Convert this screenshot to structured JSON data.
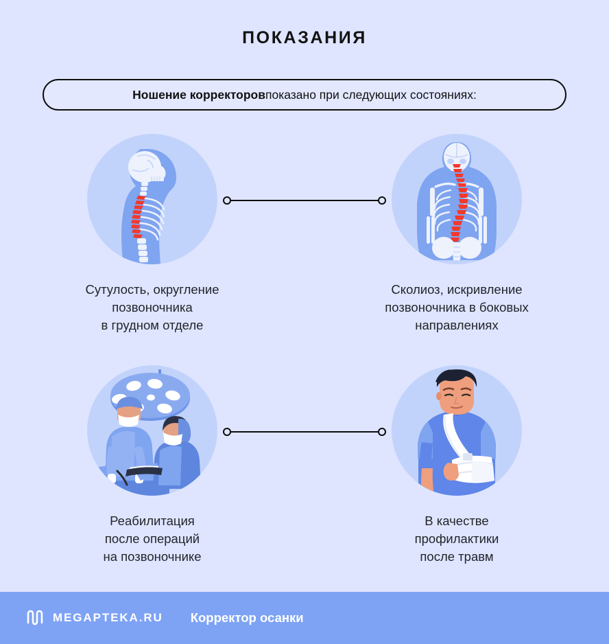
{
  "header": {
    "title": "ПОКАЗАНИЯ"
  },
  "subtitle": {
    "strong": "Ношение корректоров",
    "rest": " показано при следующих состояниях:"
  },
  "items": [
    {
      "id": "stoop",
      "icon": "spine-side-view-icon",
      "caption": "Сутулость, округление\nпозвоночника\nв грудном отделе"
    },
    {
      "id": "scoliosis",
      "icon": "spine-front-view-icon",
      "caption": "Сколиоз, искривление\nпозвоночника в боковых\nнаправлениях"
    },
    {
      "id": "rehabilitation",
      "icon": "surgery-operation-icon",
      "caption": "Реабилитация\nпосле операций\nна позвоночнике"
    },
    {
      "id": "prevention",
      "icon": "arm-sling-patient-icon",
      "caption": "В качестве\nпрофилактики\nпосле травм"
    }
  ],
  "footer": {
    "logo_icon": "megapteka-m-logo-icon",
    "brand": "MEGAPTEKA.RU",
    "section": "Корректор осанки"
  },
  "colors": {
    "background": "#dfe5ff",
    "circle_fill": "#c2d3fb",
    "footer_bar": "#7ea3f5",
    "outline": "#0d0d0d",
    "text": "#23252b",
    "accent_red": "#f2392c",
    "scrub_blue": "#7fa4f0",
    "bone_white": "#eef2fd"
  }
}
